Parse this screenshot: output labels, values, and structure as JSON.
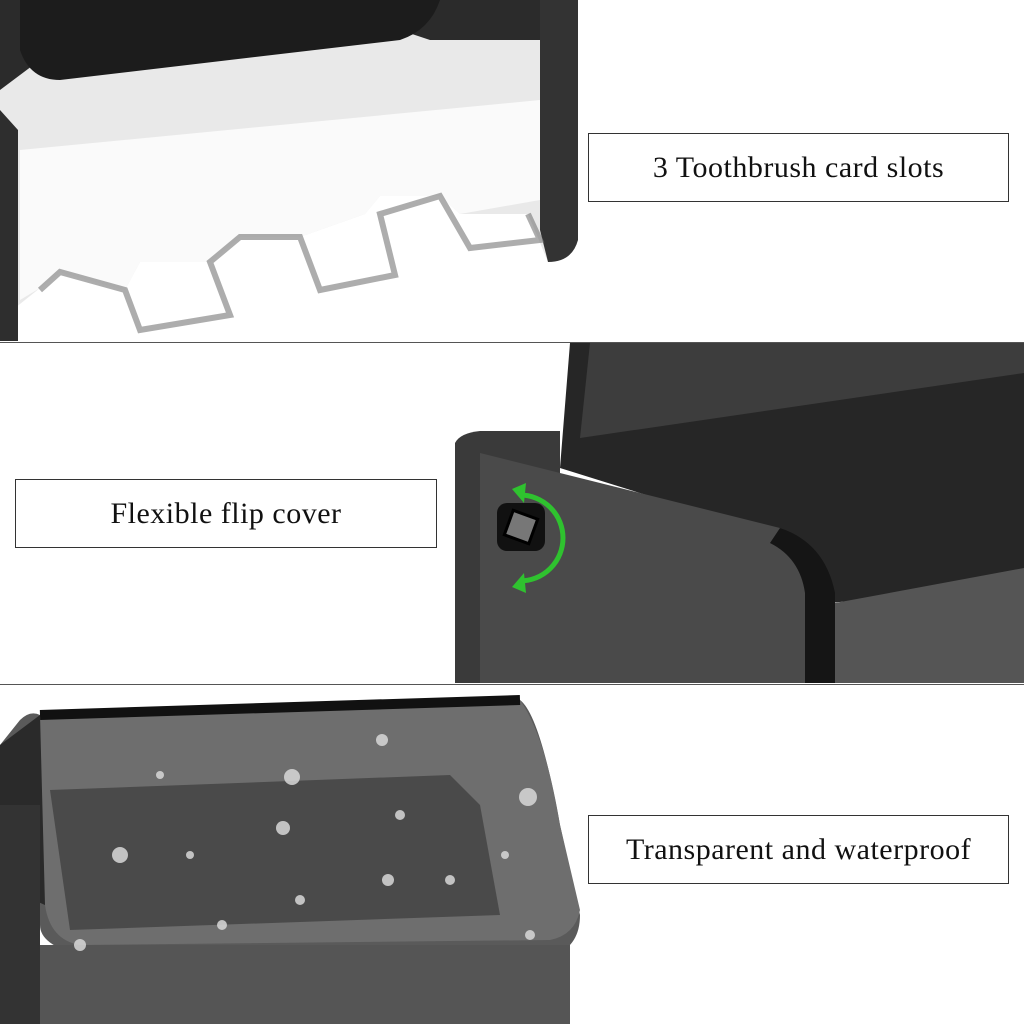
{
  "labels": {
    "slots": "3 Toothbrush card slots",
    "cover": "Flexible flip cover",
    "waterproof": "Transparent and waterproof"
  },
  "colors": {
    "acrylic": "#2a2a2a",
    "rotation_arrow": "#2fc22f"
  }
}
